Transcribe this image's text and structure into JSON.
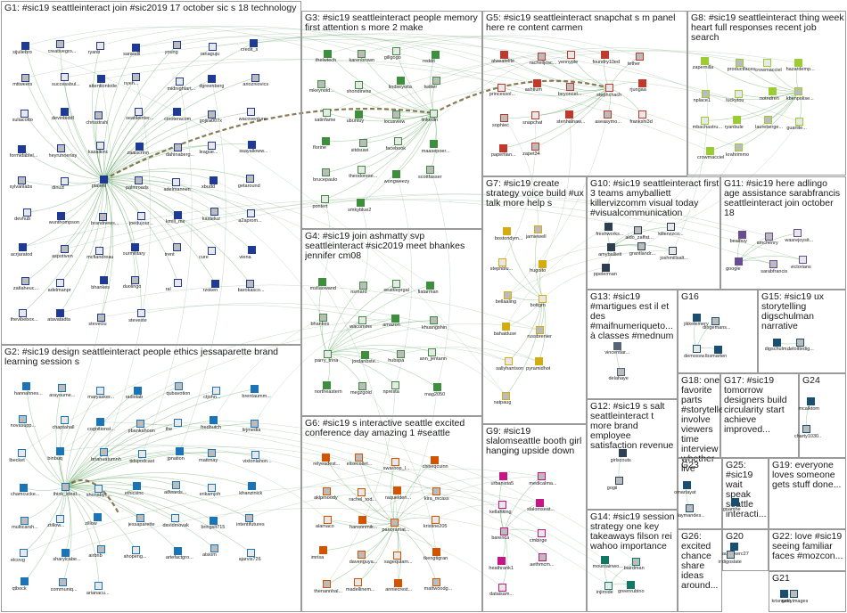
{
  "groups": [
    {
      "id": "G1",
      "title": "G1: #sic19 seattleinteract join #sic2019 17 october sic s 18 technology",
      "color": "#1f3a93",
      "labels": [
        "sijuliebro",
        "creativegro...",
        "ryanb",
        "saraadil",
        "young",
        "ranaguju",
        "credit_s",
        "mttweets",
        "successbul...",
        "attentiontotle",
        "nyeh...",
        "midnightart...",
        "dgreenberg",
        "ariozniovics",
        "suliacotto",
        "devinbiddl",
        "chrisstrahl",
        "seattleinter...",
        "cinoteracom",
        "gojira007x",
        "wacoventure",
        "formidablel...",
        "heyrunnerlay",
        "kasalkinc",
        "zaaiscrinn",
        "dahinaberg...",
        "league...",
        "ssayalloww...",
        "sylvanlabs",
        "dinuzi",
        "ptalent",
        "palmroads",
        "adelmannen",
        "xbudd",
        "getaround",
        "devhub",
        "wunthompson",
        "brandnews...",
        "joedujour...",
        "kmill_mx",
        "kasteluz",
        "a2aprom...",
        "acrjaratod",
        "aspotiven",
        "mcfiandreau",
        "ourmilitary",
        "trent",
        "cure",
        "viena",
        "zatlaheuc...",
        "adelmanpr",
        "bhankes",
        "duolingo",
        "ral",
        "rzoken",
        "barokasco...",
        "thevibebox...",
        "atavatadta",
        "steveclu",
        "steveste"
      ]
    },
    {
      "id": "G2",
      "title": "G2: #sic19 design seattleinteract people ethics jessaparette brand learning session s",
      "color": "#1a74b5",
      "labels": [
        "hannahnes...",
        "arayoume...",
        "maryasker...",
        "radiolab",
        "qubavotion",
        "ctjohn...",
        "brentaumm...",
        "novasupp...",
        "chaptahall",
        "cognitionst...",
        "pbankahoon",
        "the",
        "fredhutch",
        "lirjmedia",
        "lbecket",
        "binbuq",
        "brianuatumnh",
        "tidspodcast",
        "jpnation",
        "mattmay",
        "vixtonlahon...",
        "chamcucke...",
        "think_ideal...",
        "shonabyc...",
        "ethicsinc",
        "adwards...",
        "erikamjoh",
        "kfranzinick",
        "multicarsh...",
        "ztillow...",
        "zillow",
        "jessaparette",
        "davidmovak",
        "bringslt715",
        "intentifutures",
        "elcovg",
        "sharylcabe...",
        "airbnb",
        "ahopeng...",
        "artefactgro...",
        "alsiom",
        "ajarvis726",
        "qtbock",
        "communiq...",
        "arianacu..."
      ]
    },
    {
      "id": "G3",
      "title": "G3: #sic19 seattleinteract people memory first attention s more 2 make",
      "color": "#3d8f3d",
      "labels": [
        "thelwtech",
        "karenbrown",
        "gillgogo",
        "reddit",
        "mkeynold...",
        "shondiness",
        "lindseyoita",
        "twitter",
        "satinfame",
        "ubuntuy",
        "locusview",
        "linkedin",
        "florine",
        "sitdsuwi",
        "facebook",
        "maasepoer...",
        "brucepaulo",
        "theodorese...",
        "wongweezy",
        "scottfasser",
        "pontert",
        "smkyblue2"
      ]
    },
    {
      "id": "G4",
      "title": "G4: #sic19 join ashmatty svp seattleinteract #sic2019 meet bhankes jennifer cm08",
      "color": "#3d8f3d",
      "labels": [
        "mstlaowand",
        "nsmard",
        "seattleprgal",
        "fiatarman",
        "bhankes",
        "wacomms",
        "amazon",
        "khuangshin",
        "parry_trina",
        "jordanbste...",
        "hubspa",
        "ann_jentann",
        "northeastern",
        "megzgold",
        "npresta",
        "mag2050"
      ]
    },
    {
      "id": "G5",
      "title": "G5: #sic19 seattleinteract snapchat s m panel here re content carmen",
      "color": "#c0392b",
      "labels": [
        "alweatelite",
        "rachelljosc...",
        "yennyple",
        "foundry10ed",
        "tether",
        "princessol...",
        "ashtium",
        "beyoncel...",
        "stephchach",
        "rjungaa",
        "sophiec",
        "snapchat",
        "stenhalnaw...",
        "aseasymo...",
        "frankshi3d",
        "papertian...",
        "zapet34"
      ]
    },
    {
      "id": "G6",
      "title": "G6: #sic19 s interactive seattle excited conference day amazing 1 #seattle",
      "color": "#d35400",
      "labels": [
        "relyeadest...",
        "elisecollet...",
        "swaroop_l...",
        "chiseqcuinn",
        "aklpmoody",
        "rachel_rod...",
        "raquelden...",
        "kira_mcass",
        "alamaco",
        "hansonmik...",
        "panoramat...",
        "kristine205",
        "imrisa",
        "davenguya...",
        "sagequlam...",
        "tkengtigran",
        "thenannhal...",
        "madellinem...",
        "anniecrest...",
        "mattwoodg..."
      ]
    },
    {
      "id": "G7",
      "title": "G7: #sic19 create strategy voice build #ux talk more help s",
      "color": "#d4ac0d",
      "labels": [
        "bostondym...",
        "jamiewell",
        "stephblu...",
        "hugoito",
        "bellaaling",
        "bottgrn",
        "bahaiduse",
        "russbrenier",
        "sallyharrison",
        "pyramidhot",
        "natpaug"
      ]
    },
    {
      "id": "G8",
      "title": "G8: #sic19 seattleinteract thing week heart full responses recent job search",
      "color": "#9acd32",
      "labels": [
        "zapernilla",
        "productfaces",
        "crowmacciel",
        "hazardemp...",
        "nplace1",
        "luckytou",
        "notndren",
        "kbenpolise...",
        "mbachastru...",
        "ryanbule",
        "laureberge...",
        "guarlite...",
        "crowmacciel",
        "krahrimmo"
      ]
    },
    {
      "id": "G9",
      "title": "G9: #sic19 slalomseattle booth girl hanging upside down",
      "color": "#c71585",
      "labels": [
        "urbanista5",
        "medicalma...",
        "kellahking",
        "slalomseat...",
        "barenca",
        "cmbirge",
        "heathrank1",
        "aethmcm...",
        "dataisam..."
      ]
    },
    {
      "id": "G10",
      "title": "G10: #sic19 seattleinteract first 3 teams amyballiett killervizcomm visual today #visualcommunication",
      "color": "#2c3e50",
      "labels": [
        "freshworks...",
        "aldo_zaffat...",
        "killervizco...",
        "amyballiett",
        "grantlandr...",
        "joshmillsalt...",
        "ppelerman"
      ]
    },
    {
      "id": "G11",
      "title": "G11: #sic19 here adlingo age assistance sarabfrancis seattleinteract join october 18",
      "color": "#6a4c93",
      "labels": [
        "bealbuy",
        "amchenry",
        "wasrejoysit...",
        "google",
        "sarabfrancis",
        "victorians"
      ]
    },
    {
      "id": "G12",
      "title": "G12: #sic19 s salt seattleinteract t more brand employee satisfaction revenue",
      "color": "#2e4053",
      "labels": [
        "girlscouts",
        "gogii"
      ]
    },
    {
      "id": "G13",
      "title": "G13: #sic19 #martigues est il et des #maifnumeriqueto... à classes #mednum",
      "color": "#566573",
      "labels": [
        "vincentlar...",
        "delahaye"
      ]
    },
    {
      "id": "G14",
      "title": "G14: #sic19 session strategy one key takeaways filson rei wahoo importance",
      "color": "#117864",
      "labels": [
        "mountainwo...",
        "bairdman",
        "injirnide",
        "greenrubino"
      ]
    },
    {
      "id": "G15",
      "title": "G15: #sic19 ux storytelling digschulman narrative",
      "color": "#1b4f72",
      "labels": [
        "digschulm...",
        "deloittedig..."
      ]
    },
    {
      "id": "G16",
      "title": "G16",
      "color": "#1b4f72",
      "labels": [
        "jikkelemery",
        "dingemans...",
        "demosvw",
        "lbsmarten"
      ]
    },
    {
      "id": "G17",
      "title": "G17: #sic19 tomorrow designers build circularity start achieve improved...",
      "color": "#1b4f72",
      "labels": []
    },
    {
      "id": "G18",
      "title": "G18: one favorite parts #storyteller involve viewers time interview whether live",
      "color": "#1b4f72",
      "labels": []
    },
    {
      "id": "G19",
      "title": "G19: everyone loves someone gets stuff done...",
      "color": "#1b4f72",
      "labels": []
    },
    {
      "id": "G20",
      "title": "G20",
      "color": "#1b4f72",
      "labels": [
        "austrikerc27",
        "indigoslate"
      ]
    },
    {
      "id": "G21",
      "title": "G21",
      "color": "#1b4f72",
      "labels": [
        "krisnwon",
        "gettyimages"
      ]
    },
    {
      "id": "G22",
      "title": "G22: love #sic19 seeing familiar faces #mozcon...",
      "color": "#1b4f72",
      "labels": []
    },
    {
      "id": "G23",
      "title": "G23",
      "color": "#1b4f72",
      "labels": [
        "omartayat",
        "laymandes..."
      ]
    },
    {
      "id": "G24",
      "title": "G24",
      "color": "#1b4f72",
      "labels": [
        "mcalktom",
        "charty1030..."
      ]
    },
    {
      "id": "G25",
      "title": "G25: #sic19 wait speak seattle interacti...",
      "color": "#1b4f72",
      "labels": [
        "gnamhe"
      ]
    },
    {
      "id": "G26",
      "title": "G26: excited chance share ideas around...",
      "color": "#1b4f72",
      "labels": []
    }
  ]
}
